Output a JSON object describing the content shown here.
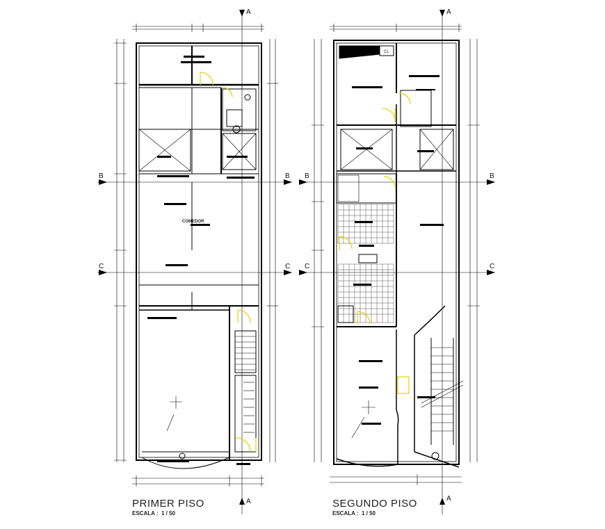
{
  "plans": [
    {
      "title": "PRIMER PISO",
      "scale_label": "ESCALA :",
      "scale_value": "1 / 50"
    },
    {
      "title": "SEGUNDO PISO",
      "scale_label": "ESCALA :",
      "scale_value": "1 / 50"
    }
  ],
  "axes": {
    "a": "A",
    "b": "B",
    "c": "C"
  },
  "room_labels": {
    "comedor": "COMEDOR",
    "closet": "CL"
  },
  "colors": {
    "line": "#000000",
    "door_swing": "#e6d200",
    "tile": "#555555"
  }
}
